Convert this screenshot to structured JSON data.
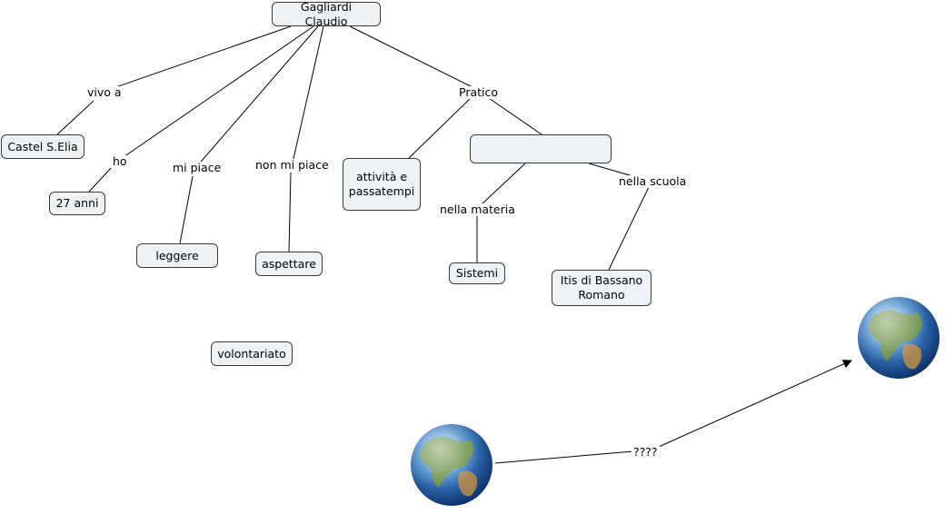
{
  "diagram": {
    "root": "Gagliardi Claudio",
    "nodes": {
      "castel": "Castel S.Elia",
      "anni": "27 anni",
      "leggere": "leggere",
      "aspettare": "aspettare",
      "attivita": "attività e\npassatempi",
      "blank": "",
      "sistemi": "Sistemi",
      "itis": "Itis di Bassano\nRomano",
      "volontariato": "volontariato"
    },
    "links": {
      "vivo_a": "vivo a",
      "ho": "ho",
      "mi_piace": "mi piace",
      "non_mi_piace": "non mi piace",
      "pratico": "Pratico",
      "nella_materia": "nella materia",
      "nella_scuola": "nella scuola",
      "question": "????"
    },
    "images": [
      "globe-icon",
      "globe-icon"
    ]
  }
}
